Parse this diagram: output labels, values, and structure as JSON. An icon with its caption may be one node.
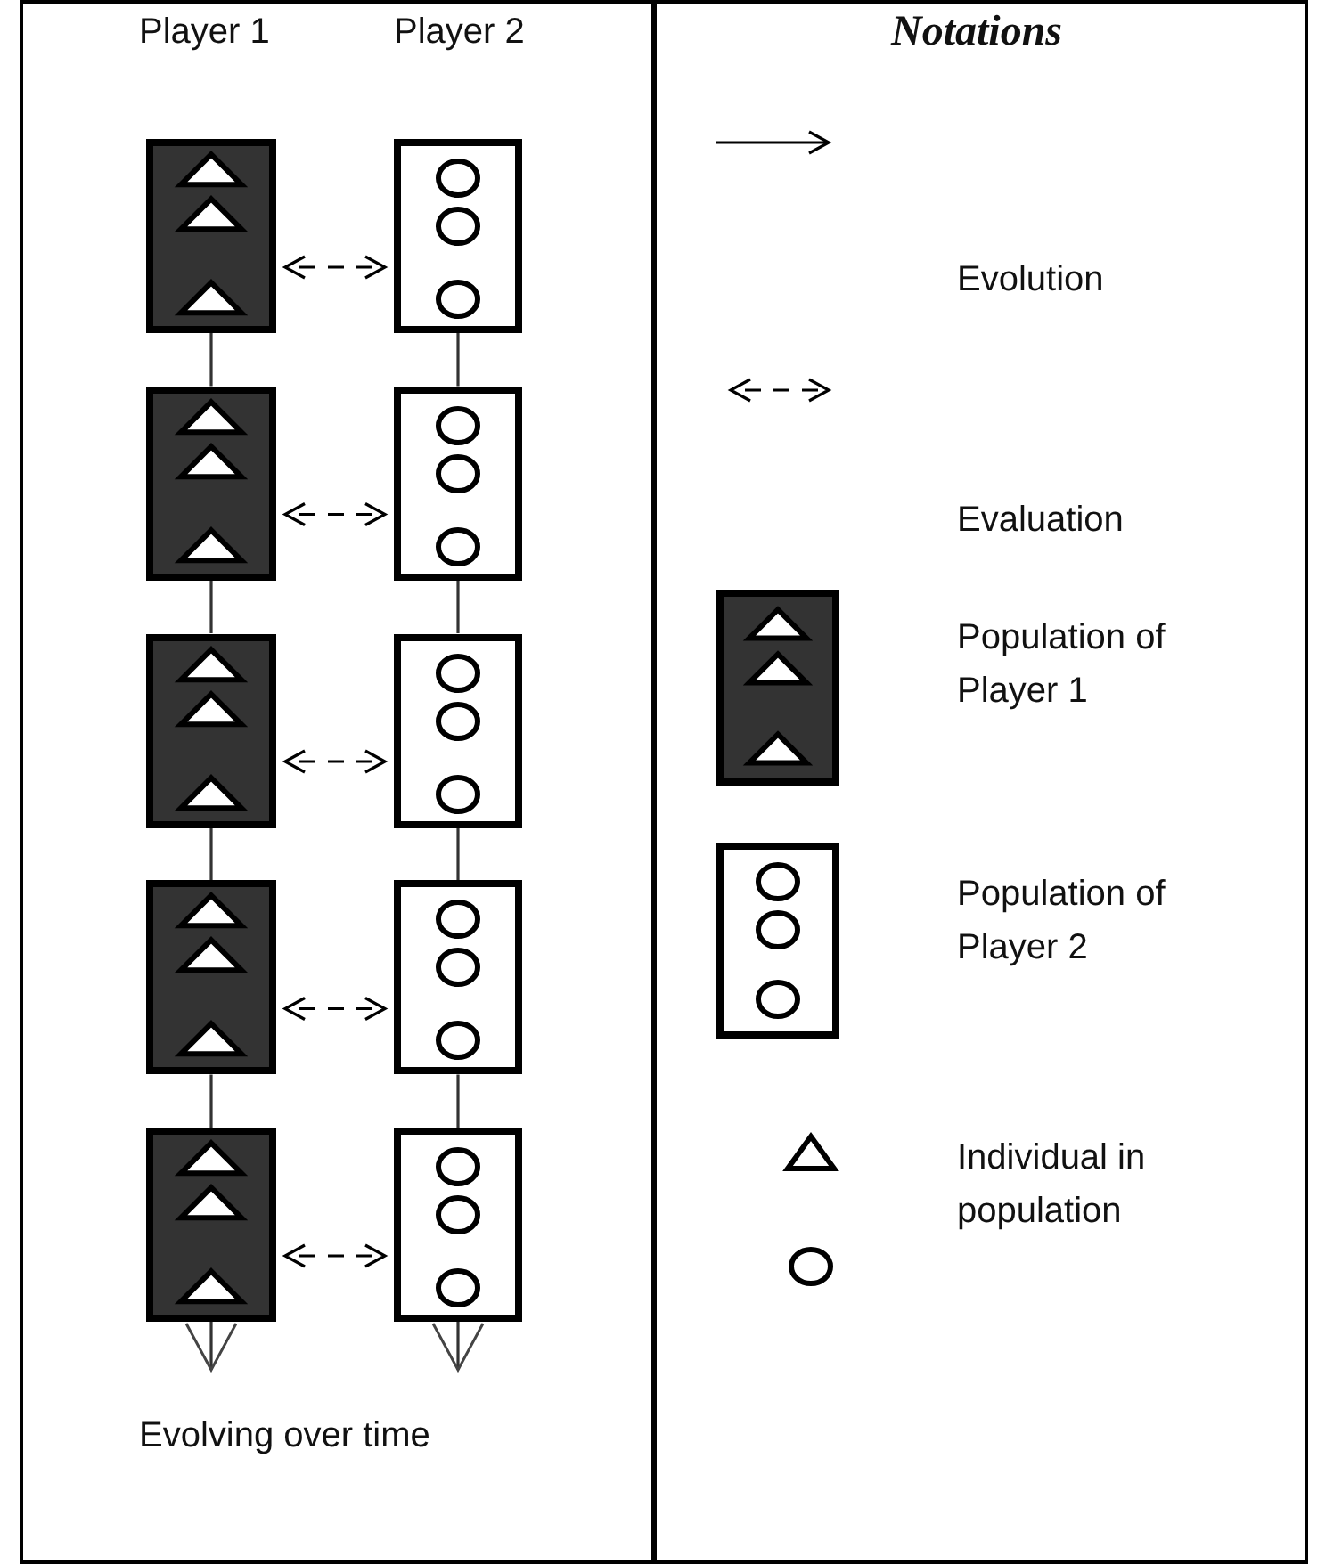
{
  "diagram": {
    "nodes": [
      {
        "text": [],
        "shape": "box"
      },
      {
        "text": [],
        "shape": "box"
      },
      {
        "text": [],
        "shape": "box"
      },
      {
        "text": [],
        "shape": "box"
      },
      {
        "text": [],
        "shape": "box"
      },
      {
        "text": [],
        "shape": "box"
      },
      {
        "text": [],
        "shape": "box"
      },
      {
        "text": [],
        "shape": "box"
      },
      {
        "text": [],
        "shape": "box"
      },
      {
        "text": [],
        "shape": "box"
      }
    ],
    "edges": [
      {
        "from": 0,
        "to": 1,
        "arrow": "both",
        "style": "dashed"
      },
      {
        "from": 0,
        "to": 2,
        "arrow": "none"
      },
      {
        "from": 1,
        "to": 3,
        "arrow": "none"
      },
      {
        "from": 2,
        "to": 3,
        "arrow": "both",
        "style": "dashed"
      },
      {
        "from": 2,
        "to": 4,
        "arrow": "none"
      },
      {
        "from": 3,
        "to": 5,
        "arrow": "none"
      },
      {
        "from": 4,
        "to": 5,
        "arrow": "both",
        "style": "dashed"
      },
      {
        "from": 4,
        "to": 6,
        "arrow": "none"
      },
      {
        "from": 5,
        "to": 7,
        "arrow": "none"
      },
      {
        "from": 6,
        "to": 7,
        "arrow": "both",
        "style": "dashed"
      },
      {
        "from": 6,
        "to": 8,
        "arrow": "none"
      },
      {
        "from": 7,
        "to": 9,
        "arrow": "none"
      },
      {
        "from": 8,
        "to": 9,
        "arrow": "both",
        "style": "dashed"
      },
      {
        "from": 8,
        "to": null,
        "arrow": "to"
      },
      {
        "from": 9,
        "to": null,
        "arrow": "to"
      }
    ],
    "labels": [
      "Player 1",
      "Player 2",
      "Notations",
      "Evolving over time"
    ],
    "legend": [
      {
        "text": "Evolution"
      },
      {
        "text": "Evaluation"
      },
      {
        "text": "Population of Player 1"
      },
      {
        "text": "Population of Player 2"
      },
      {
        "text": "Individual in population"
      }
    ]
  }
}
